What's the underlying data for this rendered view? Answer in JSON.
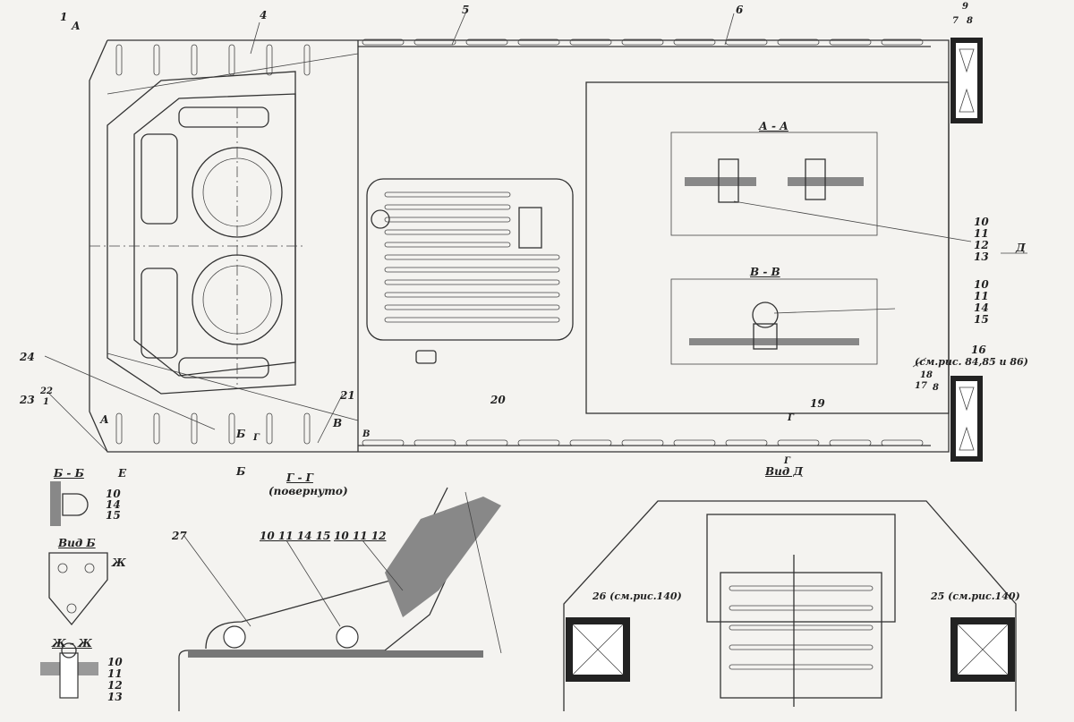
{
  "callouts": {
    "top": [
      "1",
      "А",
      "4",
      "5",
      "6",
      "9",
      "7",
      "8"
    ],
    "right_group1": [
      "10",
      "11",
      "12",
      "13"
    ],
    "right_group2": [
      "10",
      "11",
      "14",
      "15"
    ],
    "part16": "16",
    "part16_ref": "(см.рис. 84,85 и 86)",
    "right_bottom": [
      "18",
      "17",
      "8"
    ],
    "view_arrow": "Д",
    "left": [
      "24",
      "23",
      "22",
      "1",
      "А",
      "Е",
      "Б",
      "Б",
      "Г",
      "В"
    ],
    "bottom_plan": [
      "21",
      "20",
      "19",
      "В",
      "Г",
      "Г"
    ]
  },
  "sections": {
    "aa": "А - А",
    "vv": "В - В",
    "bb": "Б - Б",
    "bb_parts": [
      "10",
      "14",
      "15"
    ],
    "view_b": "Вид Б",
    "view_b_mark": "Ж",
    "zhzh": "Ж - Ж",
    "zhzh_parts": [
      "10",
      "11",
      "12",
      "13"
    ],
    "gg": "Г - Г",
    "gg_note": "(повернуто)",
    "gg_27": "27",
    "gg_group1": "10 11 14 15",
    "gg_group2": "10 11 12",
    "view_d": "Вид Д",
    "view_d_26": "26 (см.рис.140)",
    "view_d_25": "25 (см.рис.140)"
  }
}
